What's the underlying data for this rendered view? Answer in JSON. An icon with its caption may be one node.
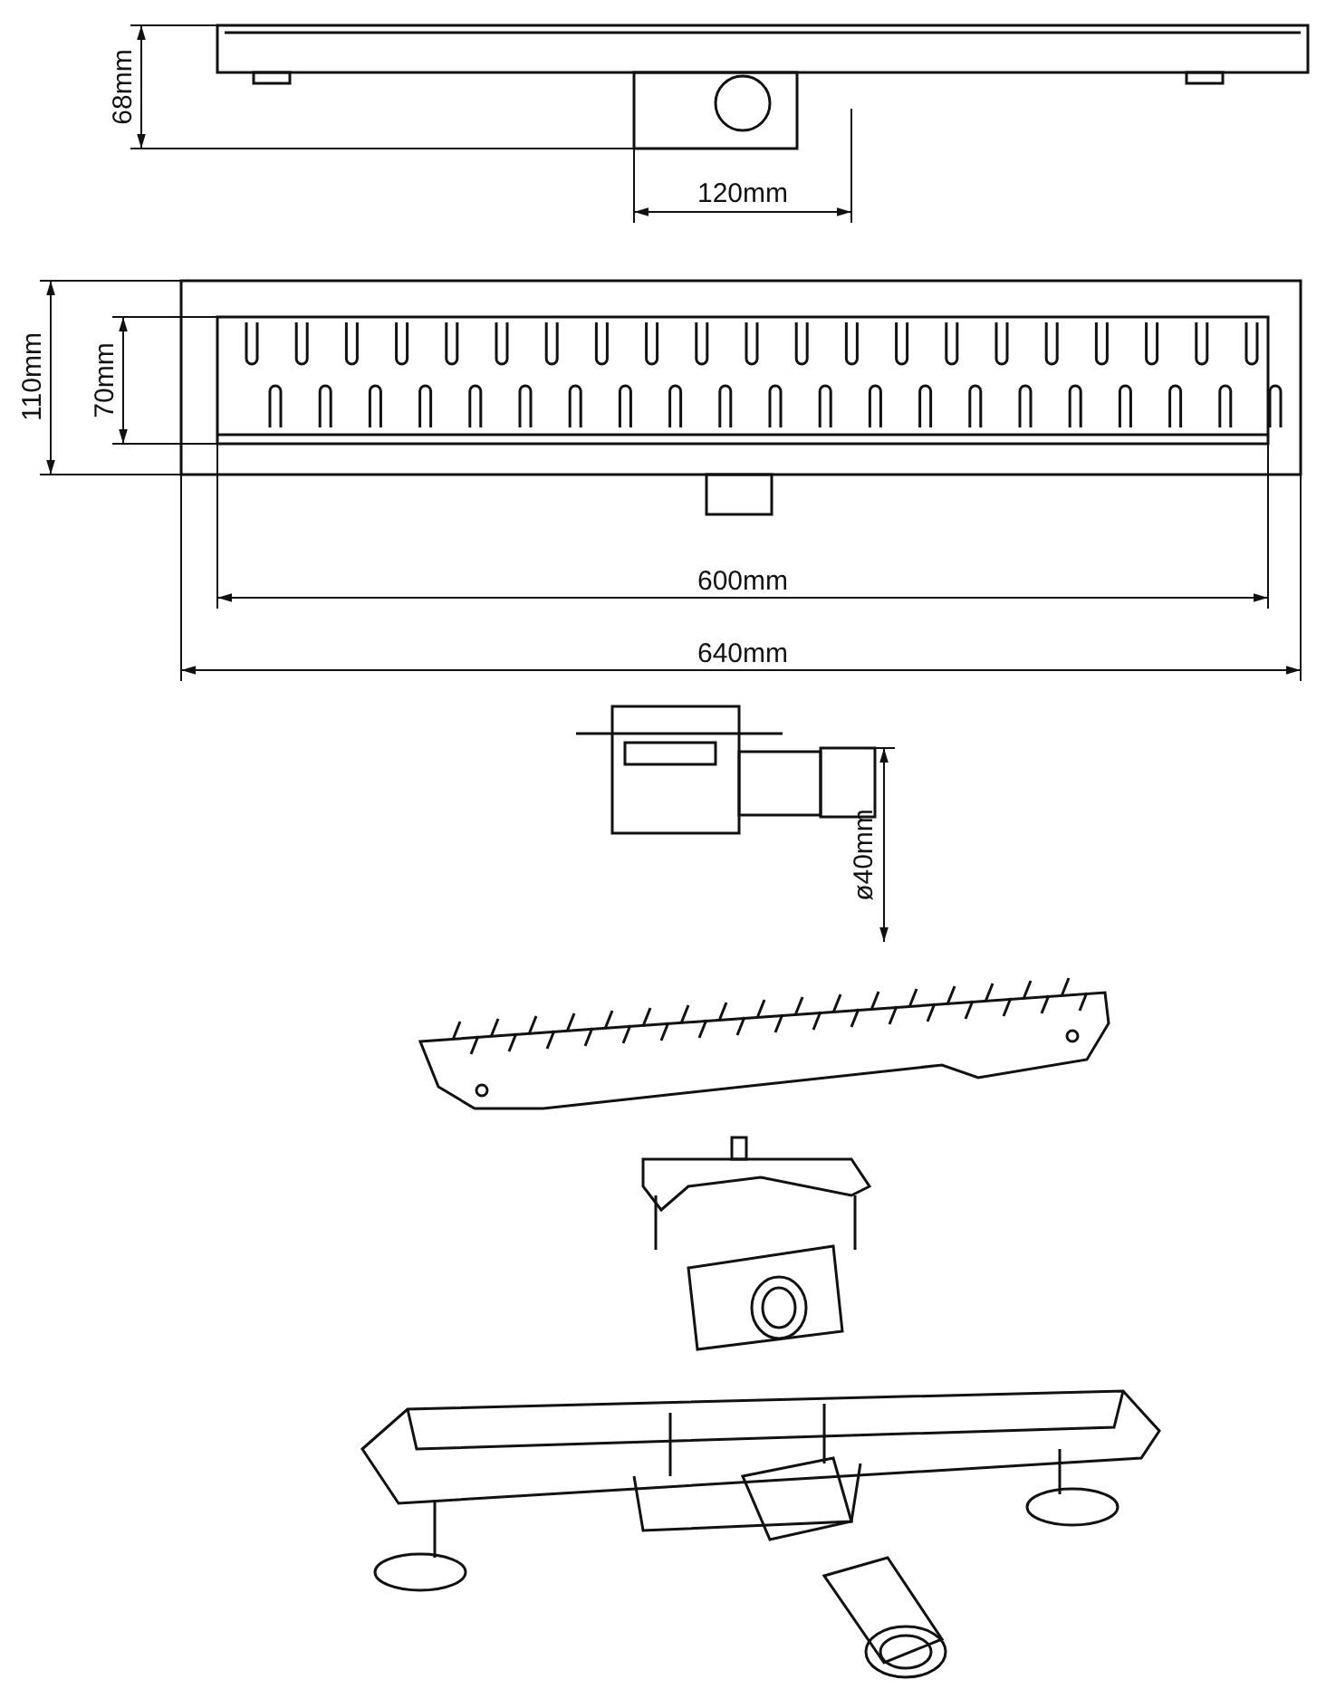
{
  "diagram": {
    "labels": [
      "68mm",
      "120mm",
      "110mm",
      "70mm",
      "600mm",
      "640mm",
      "ø40mm"
    ]
  }
}
